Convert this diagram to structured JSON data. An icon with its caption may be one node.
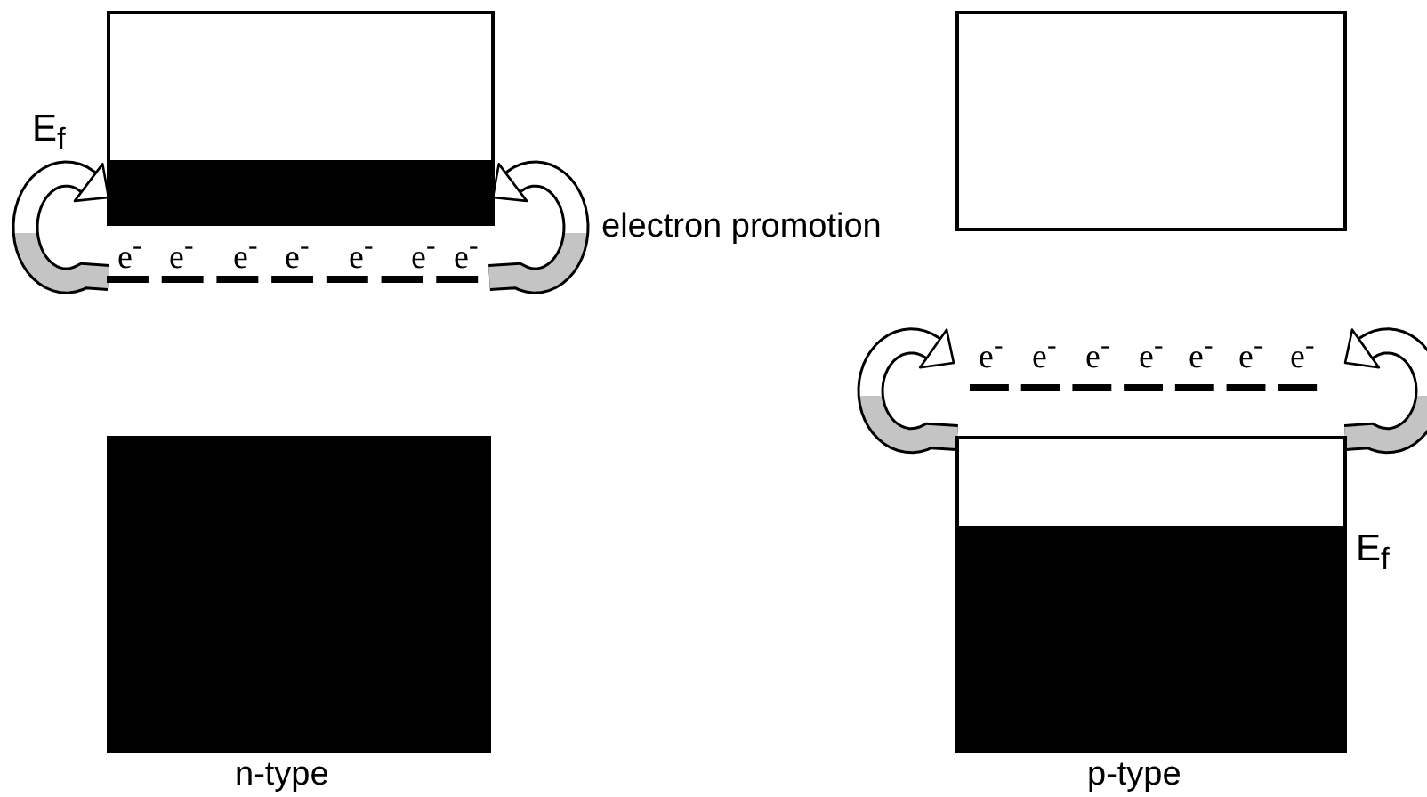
{
  "diagram": {
    "nodes": [
      {
        "text": [],
        "shape": "box",
        "beside": [
          "E$_{f}$"
        ]
      },
      {
        "text": [],
        "shape": "bar",
        "beside": [
          "e$^{-}$",
          "e$^{-}$",
          "e$^{-}$",
          "e$^{-}$",
          "e$^{-}$",
          "e$^{-}$",
          "e$^{-}$"
        ]
      },
      {
        "text": [],
        "shape": "box",
        "beside": [
          "n-type"
        ]
      },
      {
        "text": [],
        "shape": "box"
      },
      {
        "text": [],
        "shape": "bar",
        "beside": [
          "e$^{-}$",
          "e$^{-}$",
          "e$^{-}$",
          "e$^{-}$",
          "e$^{-}$",
          "e$^{-}$",
          "e$^{-}$"
        ]
      },
      {
        "text": [],
        "shape": "box",
        "beside": [
          "E$_{f}$",
          "p-type"
        ]
      }
    ],
    "edges": [
      {
        "from": 1,
        "to": 0,
        "arrow": "to"
      },
      {
        "from": 1,
        "to": 0,
        "arrow": "to",
        "label": "electron promotion"
      },
      {
        "from": 5,
        "to": 4,
        "arrow": "to"
      },
      {
        "from": 5,
        "to": 4,
        "arrow": "to"
      }
    ]
  }
}
